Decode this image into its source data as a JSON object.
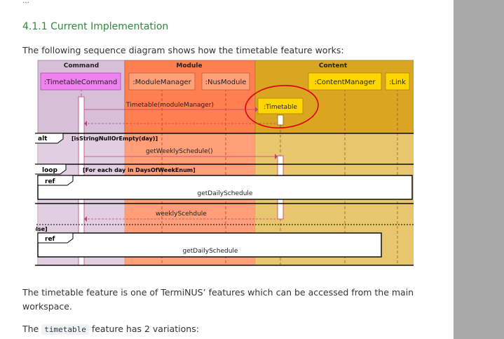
{
  "document": {
    "heading": "4.1.1 Current Implementation",
    "intro": "The following sequence diagram shows how the timetable feature works:",
    "para2": "The timetable feature is one of TermiNUS’ features which can be accessed from the main workspace.",
    "para3_before": "The ",
    "para3_code": "timetable",
    "para3_after": " feature has 2 variations:"
  },
  "diagram": {
    "boxes": {
      "command": "Command",
      "module": "Module",
      "content": "Content"
    },
    "participants": {
      "timetable_command": ":TimetableCommand",
      "module_manager": ":ModuleManager",
      "nus_module": ":NusModule",
      "content_manager": ":ContentManager",
      "link": ":Link",
      "timetable": ":Timetable"
    },
    "messages": {
      "create": "Timetable(moduleManager)",
      "get_weekly": "getWeeklySchedule()",
      "get_daily": "getDailySchedule",
      "weekly_return": "weeklyScehdule",
      "get_daily_else": "getDailySchedule"
    },
    "fragments": {
      "alt_label": "alt",
      "alt_guard": "[isStringNullOrEmpty(day)]",
      "loop_label": "loop",
      "loop_guard": "[For each day in DaysOfWeekEnum]",
      "ref_label": "ref",
      "else_label": "[else]"
    },
    "colors": {
      "command_bg": "#d8bfd8",
      "module_bg": "#ff7f50",
      "content_bg": "#daa520",
      "participant_pink": "#ee82ee",
      "participant_yellow": "#ffd700",
      "highlight_circle": "#e00000"
    }
  }
}
